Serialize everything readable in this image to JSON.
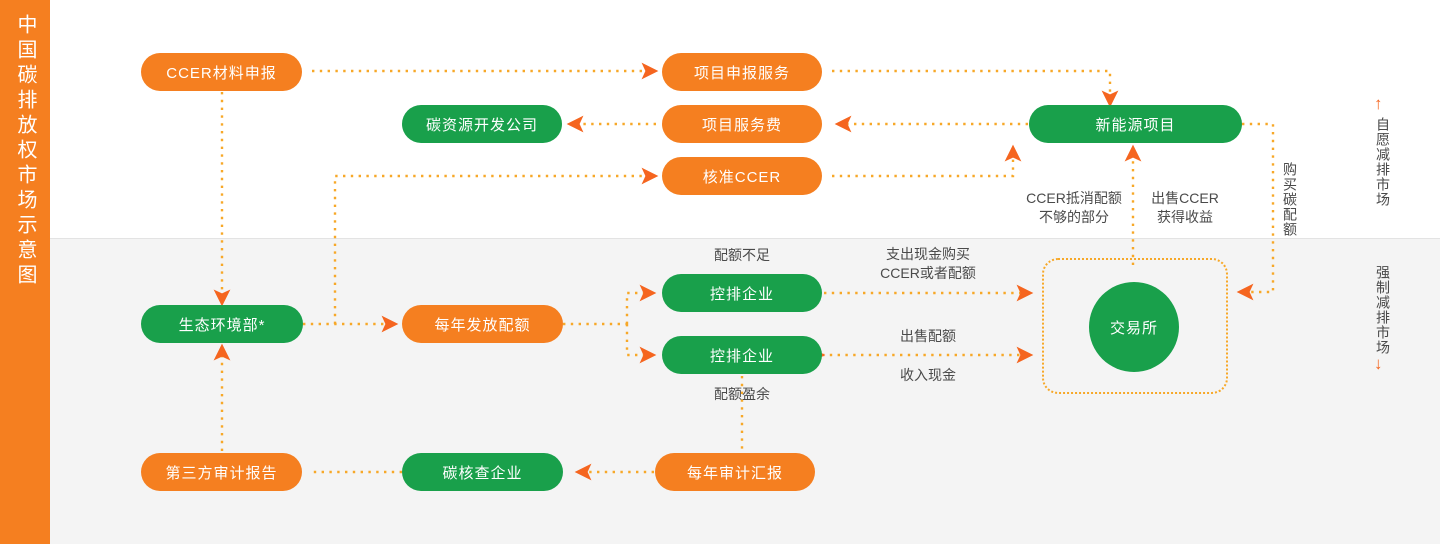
{
  "sidebar": {
    "title": "中国碳排放权市场示意图"
  },
  "colors": {
    "orange": "#F57F20",
    "green": "#19A04B",
    "arrow": "#F5651F",
    "dash_gold": "#F7A828",
    "label_text": "#4a4a4a",
    "band_top": "#ffffff",
    "band_bottom": "#f4f4f4"
  },
  "nodes": [
    {
      "id": "ccer-material-declaration",
      "label": "CCER材料申报",
      "color": "orange"
    },
    {
      "id": "carbon-resource-dev-company",
      "label": "碳资源开发公司",
      "color": "green"
    },
    {
      "id": "project-declaration-service",
      "label": "项目申报服务",
      "color": "orange"
    },
    {
      "id": "project-service-fee",
      "label": "项目服务费",
      "color": "orange"
    },
    {
      "id": "approved-ccer",
      "label": "核准CCER",
      "color": "orange"
    },
    {
      "id": "new-energy-project",
      "label": "新能源项目",
      "color": "green"
    },
    {
      "id": "ministry-of-ecology",
      "label": "生态环境部*",
      "color": "green"
    },
    {
      "id": "annual-quota-issue",
      "label": "每年发放配额",
      "color": "orange"
    },
    {
      "id": "controlled-enterprise-1",
      "label": "控排企业",
      "color": "green"
    },
    {
      "id": "controlled-enterprise-2",
      "label": "控排企业",
      "color": "green"
    },
    {
      "id": "exchange",
      "label": "交易所",
      "color": "green"
    },
    {
      "id": "third-party-audit-report",
      "label": "第三方审计报告",
      "color": "orange"
    },
    {
      "id": "carbon-verification-company",
      "label": "碳核查企业",
      "color": "green"
    },
    {
      "id": "annual-audit-report",
      "label": "每年审计汇报",
      "color": "orange"
    }
  ],
  "labels": {
    "ccer_offset": "CCER抵消配额\n不够的部分",
    "sell_ccer_income": "出售CCER\n获得收益",
    "buy_carbon_quota": "购买碳配额",
    "quota_shortage": "配额不足",
    "quota_surplus": "配额盈余",
    "pay_cash_buy": "支出现金购买\nCCER或者配额",
    "sell_quota": "出售配额",
    "receive_cash": "收入现金",
    "voluntary_market": "自愿减排市场",
    "mandatory_market": "强制减排市场",
    "voluntary_arrow": "↑",
    "mandatory_arrow": "↓"
  }
}
